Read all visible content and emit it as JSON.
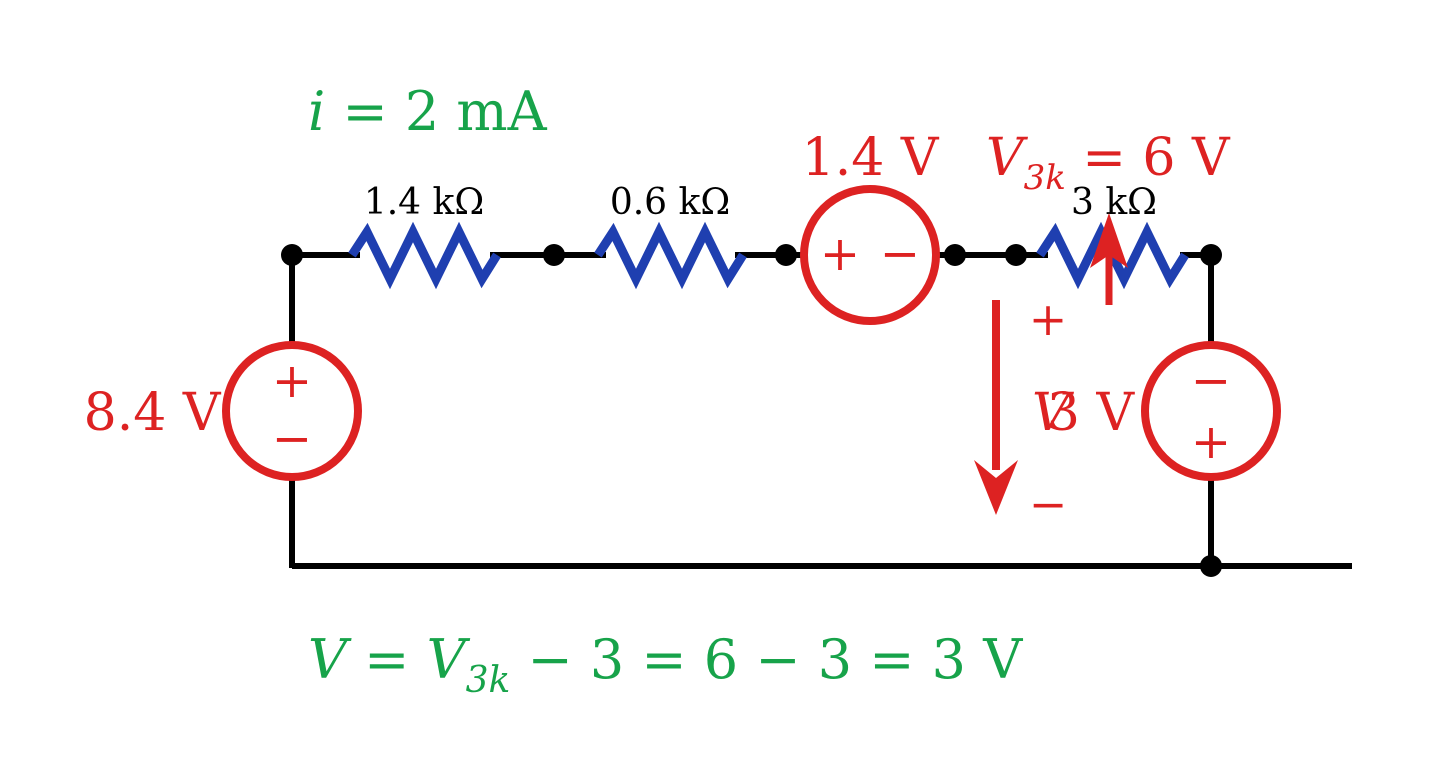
{
  "diagram": {
    "current_label": {
      "var": "i",
      "eq": " = ",
      "value": "2 mA"
    },
    "resistors": [
      {
        "label": "1.4 kΩ"
      },
      {
        "label": "0.6 kΩ"
      },
      {
        "label": "3 kΩ"
      }
    ],
    "sources": {
      "left": {
        "label": "8.4 V",
        "top_sign": "+",
        "bottom_sign": "−"
      },
      "middle": {
        "label": "1.4 V",
        "left_sign": "+",
        "right_sign": "−"
      },
      "right": {
        "label": "3 V",
        "top_sign": "−",
        "bottom_sign": "+"
      }
    },
    "v3k_label": {
      "var": "V",
      "sub": "3k",
      "rest": " = 6 V"
    },
    "measured_v": {
      "var": "V",
      "plus": "+",
      "minus": "−"
    },
    "equation": {
      "lhs": "V = ",
      "var": "V",
      "sub": "3k",
      "rhs": " − 3 = 6 − 3 = 3 V"
    },
    "colors": {
      "wire": "#000000",
      "resistor": "#1f3fb0",
      "source": "#dd2222",
      "annotation": "#17a34a"
    }
  }
}
